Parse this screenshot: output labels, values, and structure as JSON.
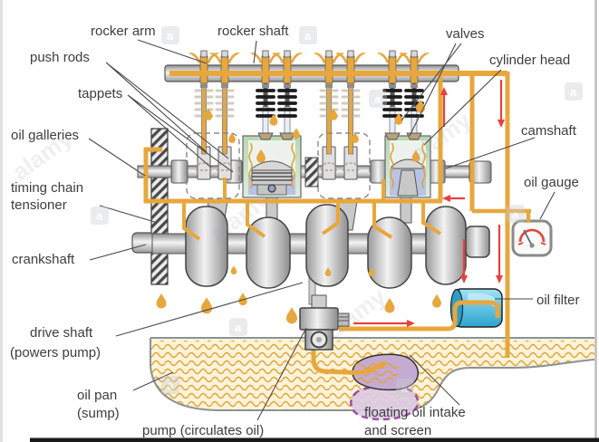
{
  "figure": {
    "subject": "Car engine lubrication system cutaway diagram"
  },
  "labels": {
    "rocker_arm": "rocker arm",
    "rocker_shaft": "rocker shaft",
    "valves": "valves",
    "push_rods": "push rods",
    "cylinder_head": "cylinder head",
    "tappets": "tappets",
    "oil_galleries": "oil galleries",
    "camshaft": "camshaft",
    "timing_chain_tensioner": [
      "timing chain",
      "tensioner"
    ],
    "oil_gauge": "oil gauge",
    "crankshaft": "crankshaft",
    "oil_filter": "oil filter",
    "drive_shaft": [
      "drive shaft",
      "(powers pump)"
    ],
    "oil_pan": [
      "oil pan",
      "(sump)"
    ],
    "pump": "pump (circulates oil)",
    "floating_oil_intake": [
      "floating oil intake",
      "and screen"
    ]
  },
  "watermark": {
    "brand": "alamy",
    "tile_letter": "a"
  },
  "colors": {
    "oil": "#E8A73C",
    "flow_arrow_red": "#E8413C",
    "oil_filter_cyan": "#54C2E4",
    "intake_screen_purple": "#C3A9D1",
    "pan_fill": "#FCF3D8",
    "cylinder_green": "#C6DDBC",
    "piston_blue": "#B9C3E4",
    "metal_gray": "#D6D6D6",
    "label_text": "#3D3D3D"
  }
}
